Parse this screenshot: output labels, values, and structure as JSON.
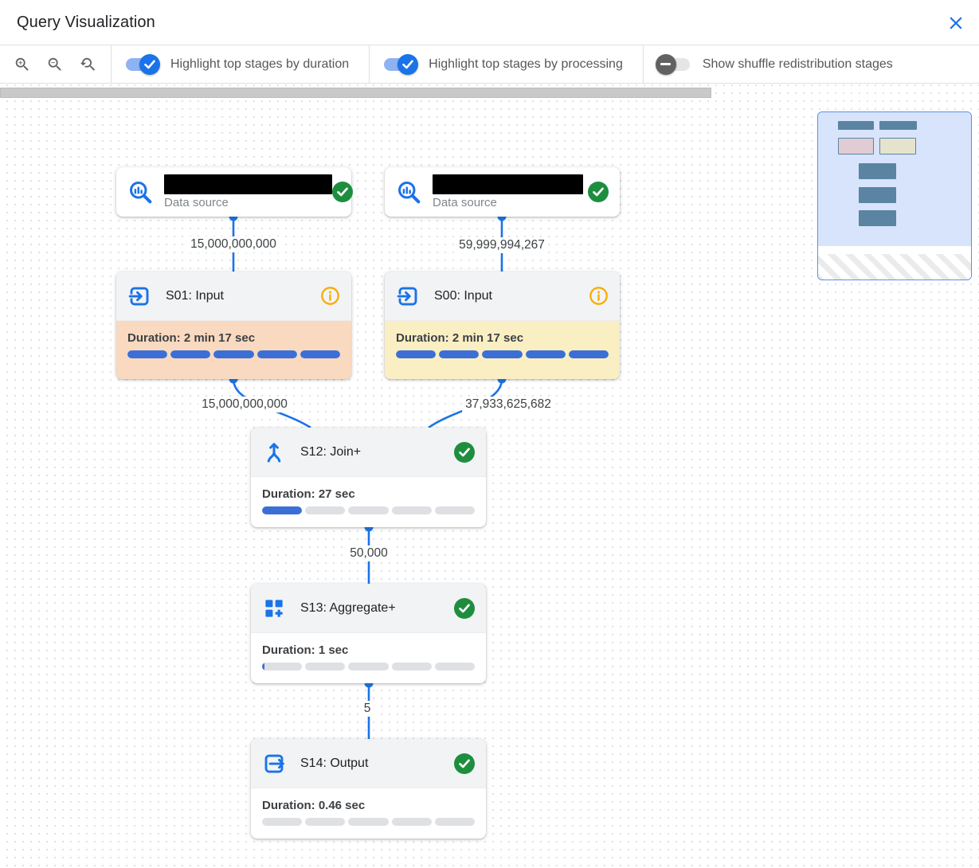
{
  "header": {
    "title": "Query Visualization",
    "close_icon": "close-icon"
  },
  "toolbar": {
    "zoom_icons": [
      "zoom-in-icon",
      "zoom-out-icon",
      "zoom-reset-icon"
    ],
    "toggles": [
      {
        "label": "Highlight top stages by duration",
        "state": "on"
      },
      {
        "label": "Highlight top stages by processing",
        "state": "on"
      },
      {
        "label": "Show shuffle redistribution stages",
        "state": "off"
      }
    ]
  },
  "colors": {
    "accent_blue": "#1a73e8",
    "progress_blue": "#3b6fd6",
    "success_green": "#1e8e3e",
    "info_orange": "#f9ab00",
    "duration_highlight": "#f9d9bf",
    "processing_highlight": "#faeec3",
    "plain_body": "#ffffff"
  },
  "graph": {
    "data_sources": [
      {
        "subtitle": "Data source",
        "name_redacted": true,
        "icon": "data-source-icon",
        "status": "completed"
      },
      {
        "subtitle": "Data source",
        "name_redacted": true,
        "icon": "data-source-icon",
        "status": "completed"
      }
    ],
    "stages": [
      {
        "title": "S01: Input",
        "duration": "Duration: 2 min 17 sec",
        "progress": 1,
        "status": "info",
        "icon": "input-icon",
        "highlight": "#f9d9bf"
      },
      {
        "title": "S00: Input",
        "duration": "Duration: 2 min 17 sec",
        "progress": 1,
        "status": "info",
        "icon": "input-icon",
        "highlight": "#faeec3"
      },
      {
        "title": "S12: Join+",
        "duration": "Duration: 27 sec",
        "progress": 0.2,
        "status": "completed",
        "icon": "join-icon",
        "highlight": "#ffffff"
      },
      {
        "title": "S13: Aggregate+",
        "duration": "Duration: 1 sec",
        "progress": 0.01,
        "status": "completed",
        "icon": "aggregate-icon",
        "highlight": "#ffffff"
      },
      {
        "title": "S14: Output",
        "duration": "Duration: 0.46 sec",
        "progress": 0,
        "status": "completed",
        "icon": "output-icon",
        "highlight": "#ffffff"
      }
    ],
    "edges": [
      {
        "from": "data-source-1",
        "to": "S01",
        "label": "15,000,000,000"
      },
      {
        "from": "data-source-2",
        "to": "S00",
        "label": "59,999,994,267"
      },
      {
        "from": "S01",
        "to": "S12",
        "label": "15,000,000,000"
      },
      {
        "from": "S00",
        "to": "S12",
        "label": "37,933,625,682"
      },
      {
        "from": "S12",
        "to": "S13",
        "label": "50,000"
      },
      {
        "from": "S13",
        "to": "S14",
        "label": "5"
      }
    ]
  }
}
